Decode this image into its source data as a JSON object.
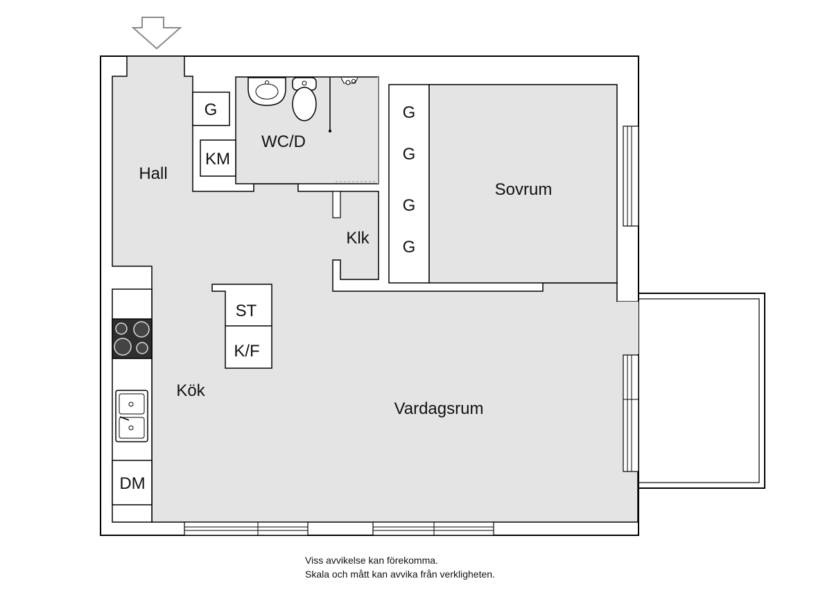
{
  "colors": {
    "wall": "#ffffff",
    "outline": "#000000",
    "floor": "#e4e4e4",
    "fixture": "#ffffff"
  },
  "entrance_icon": "entrance-arrow-icon",
  "rooms": {
    "hall": "Hall",
    "wc": "WC/D",
    "bedroom": "Sovrum",
    "closet": "Klk",
    "kitchen": "Kök",
    "living": "Vardagsrum"
  },
  "fixtures": {
    "wardrobe_hall": "G",
    "washer": "KM",
    "wardrobes_bedroom": [
      "G",
      "G",
      "G",
      "G"
    ],
    "oven": "ST",
    "fridge": "K/F",
    "dishwasher": "DM"
  },
  "footer": {
    "line1": "Viss avvikelse kan förekomma.",
    "line2": "Skala och mått kan avvika från verkligheten."
  }
}
